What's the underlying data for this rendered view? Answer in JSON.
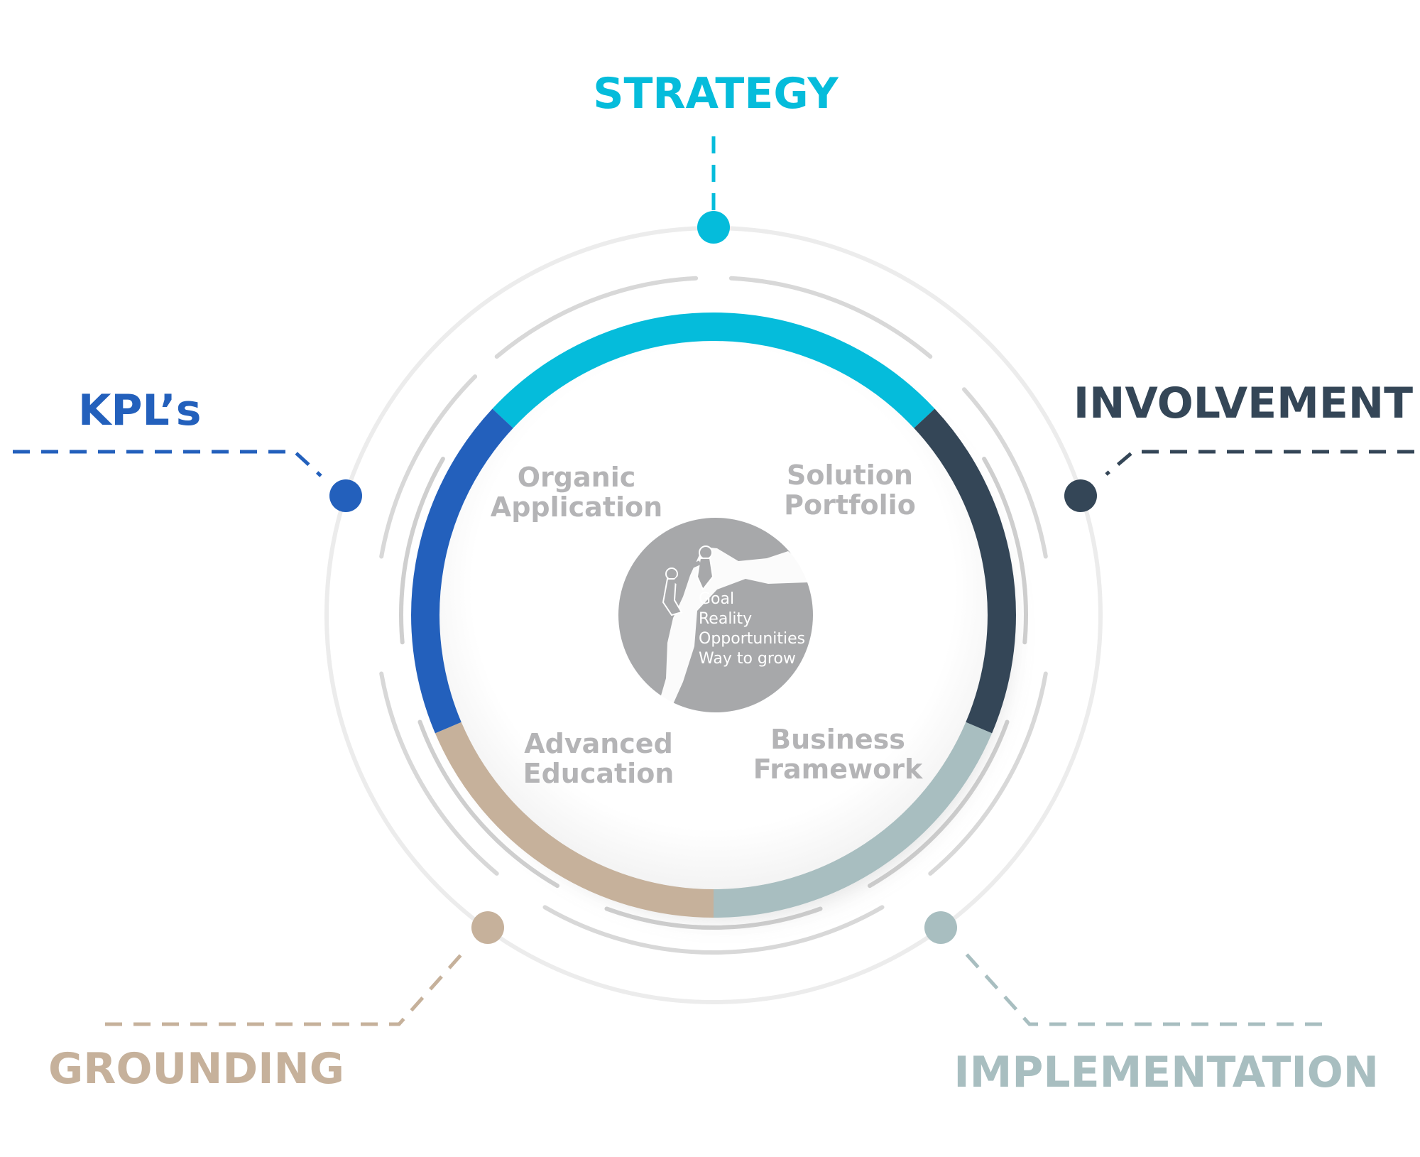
{
  "phases": {
    "strategy": {
      "label": "STRATEGY",
      "color": "#05bcdb"
    },
    "involvement": {
      "label": "INVOLVEMENT",
      "color": "#344657"
    },
    "implementation": {
      "label": "IMPLEMENTATION",
      "color": "#a8bec0"
    },
    "grounding": {
      "label": "GROUNDING",
      "color": "#c6b19b"
    },
    "kpls": {
      "label": "KPL’s",
      "color": "#2360bc"
    }
  },
  "quadrants": {
    "organic_application": {
      "line1": "Organic",
      "line2": "Application"
    },
    "solution_portfolio": {
      "line1": "Solution",
      "line2": "Portfolio"
    },
    "advanced_education": {
      "line1": "Advanced",
      "line2": "Education"
    },
    "business_framework": {
      "line1": "Business",
      "line2": "Framework"
    }
  },
  "logo": {
    "line1": "Goal",
    "line2": "Reality",
    "line3": "Opportunities",
    "line4": "Way to grow",
    "color": "#a7a8aa"
  },
  "decor_colors": {
    "outer_ring": "#ececec",
    "mid_arcs": "#d8d8d8",
    "inner_arcs": "#cfcfcf",
    "quadrant_text": "#b4b4b6"
  }
}
